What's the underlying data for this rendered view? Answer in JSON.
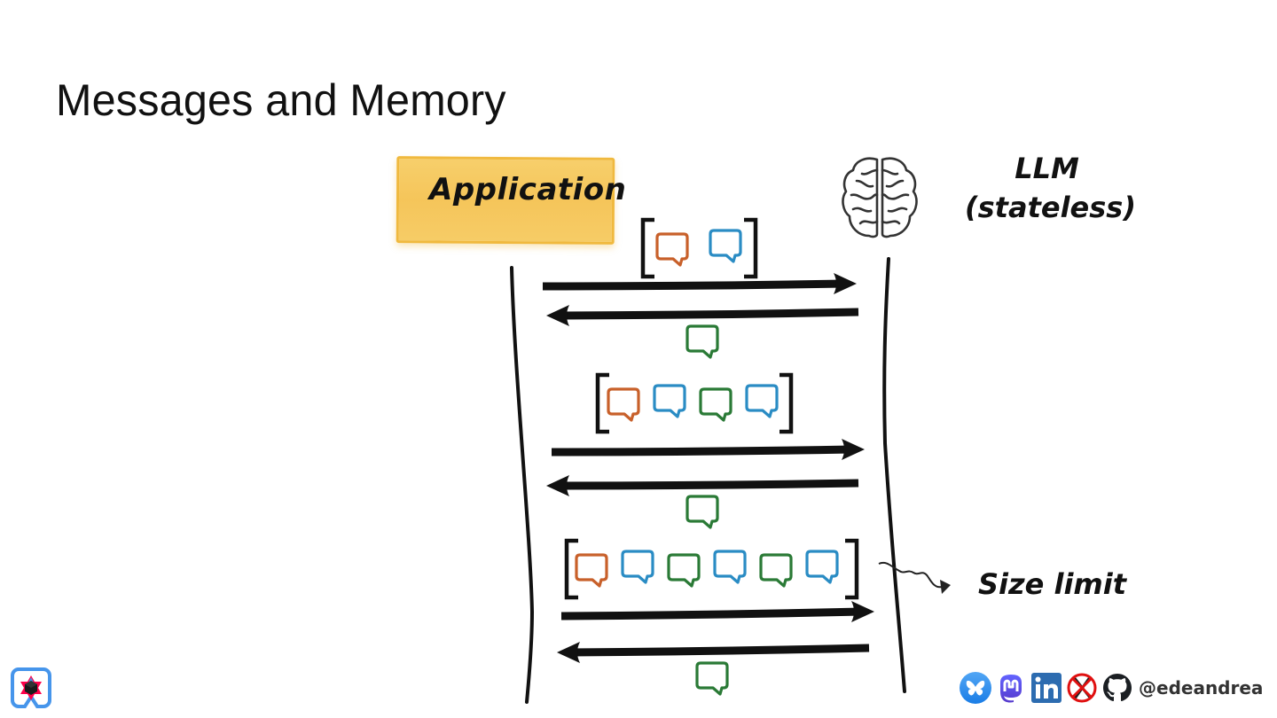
{
  "slide": {
    "title": "Messages and Memory"
  },
  "diagram": {
    "application_label": "Application",
    "llm_label_line1": "LLM",
    "llm_label_line2": "(stateless)",
    "size_limit_label": "Size limit",
    "colors": {
      "user_message": "#c8602a",
      "llm_response": "#2a8cc4",
      "assistant_message": "#2a7a36",
      "application_box": "#f5c55a",
      "ink": "#111111"
    },
    "exchanges": [
      {
        "request_messages": [
          "user",
          "llm"
        ],
        "response_message": "assistant"
      },
      {
        "request_messages": [
          "user",
          "llm",
          "assistant",
          "llm"
        ],
        "response_message": "assistant"
      },
      {
        "request_messages": [
          "user",
          "llm",
          "assistant",
          "llm",
          "assistant",
          "llm"
        ],
        "response_message": "assistant"
      }
    ]
  },
  "footer": {
    "handle": "@edeandrea",
    "social_icons": [
      "bluesky-icon",
      "mastodon-icon",
      "linkedin-icon",
      "x-crossed-out-icon",
      "github-icon"
    ],
    "logo": "quarkus-logo"
  }
}
